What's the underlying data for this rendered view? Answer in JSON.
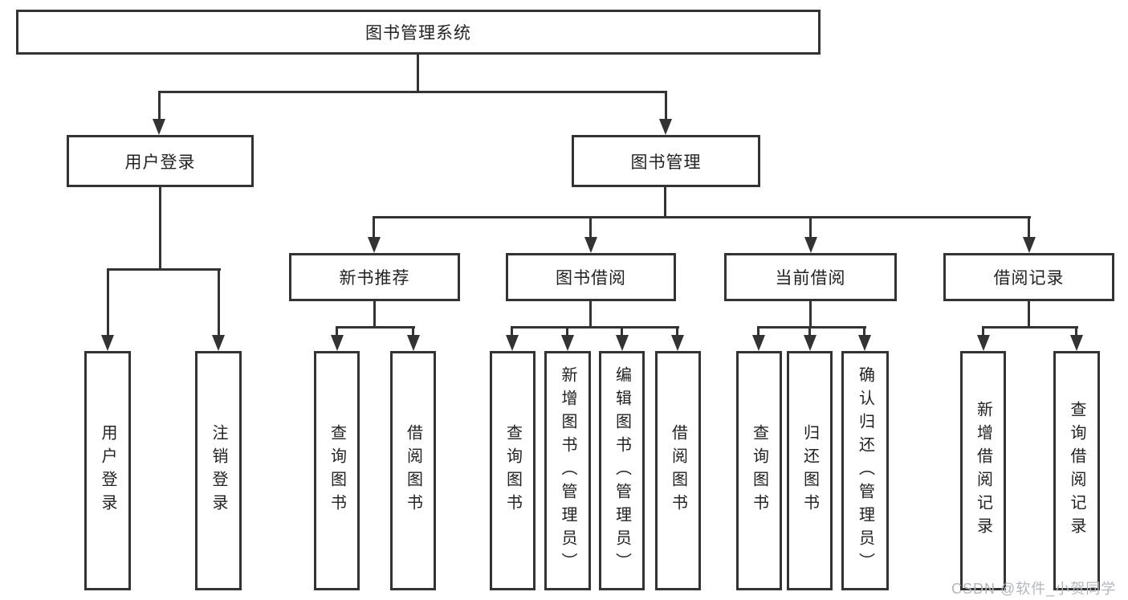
{
  "diagram": {
    "root": {
      "label": "图书管理系统"
    },
    "level2": {
      "user_login": {
        "label": "用户登录"
      },
      "book_management": {
        "label": "图书管理"
      }
    },
    "level3": {
      "new_book_recommend": {
        "label": "新书推荐"
      },
      "book_borrowing": {
        "label": "图书借阅"
      },
      "current_borrowing": {
        "label": "当前借阅"
      },
      "borrowing_records": {
        "label": "借阅记录"
      }
    },
    "leaves": {
      "user_login": {
        "label": "用户登录"
      },
      "logout": {
        "label": "注销登录"
      },
      "rec_query_books": {
        "label": "查询图书"
      },
      "rec_borrow_books": {
        "label": "借阅图书"
      },
      "bb_query_books": {
        "label": "查询图书"
      },
      "bb_add_books": {
        "label": "新增图书（管理员）"
      },
      "bb_edit_books": {
        "label": "编辑图书（管理员）"
      },
      "bb_borrow_books": {
        "label": "借阅图书"
      },
      "cb_query_books": {
        "label": "查询图书"
      },
      "cb_return_books": {
        "label": "归还图书"
      },
      "cb_confirm_return": {
        "label": "确认归还（管理员）"
      },
      "br_add_record": {
        "label": "新增借阅记录"
      },
      "br_query_record": {
        "label": "查询借阅记录"
      }
    }
  },
  "watermark": {
    "text": "CSDN @软件_小贺同学"
  },
  "colors": {
    "line": "#333333",
    "text": "#222222",
    "watermark": "#b3b7bc",
    "background": "#ffffff"
  }
}
